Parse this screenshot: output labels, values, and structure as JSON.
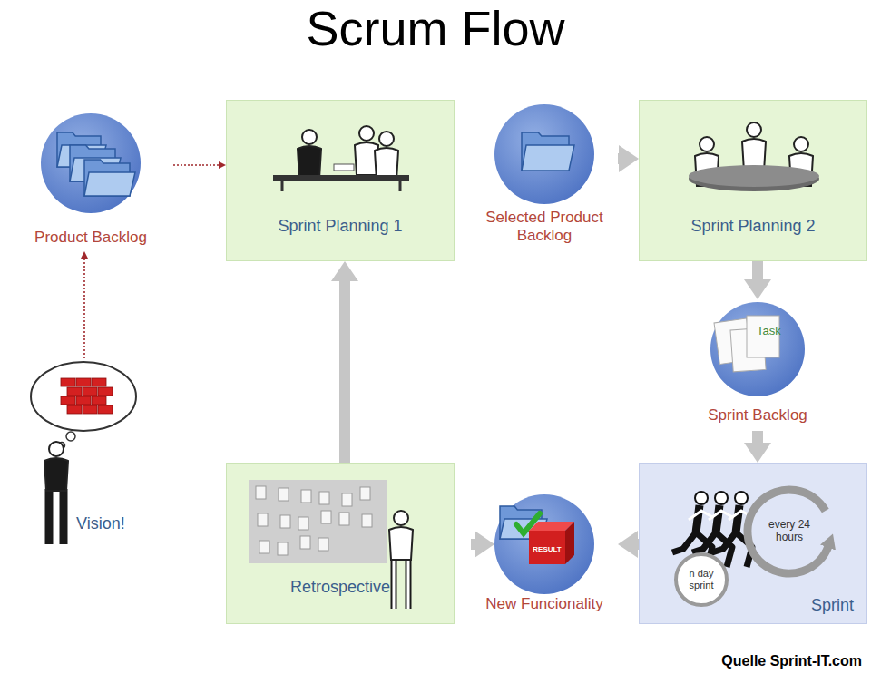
{
  "diagram": {
    "title": "Scrum Flow",
    "nodes": [
      {
        "text": [
          "Product Backlog"
        ]
      },
      {
        "text": [
          "Sprint Planning 1"
        ]
      },
      {
        "text": [
          "Selected Product Backlog"
        ]
      },
      {
        "text": [
          "Sprint Planning 2"
        ]
      },
      {
        "text": [
          "Sprint Backlog"
        ]
      },
      {
        "text": [
          "Vision!"
        ]
      },
      {
        "text": [
          "Retrospective"
        ]
      },
      {
        "text": [
          "New Funcionality"
        ]
      },
      {
        "text": [
          "Sprint"
        ]
      },
      {
        "text": [
          "every 24 hours"
        ],
        "in": 8
      },
      {
        "text": [
          "n day sprint"
        ],
        "in": 8
      }
    ],
    "edges": [
      {
        "from": 5,
        "to": 0,
        "arrow": "to"
      },
      {
        "from": 0,
        "to": 1,
        "arrow": "to"
      },
      {
        "from": 1,
        "to": 2,
        "arrow": "to"
      },
      {
        "from": 2,
        "to": 3,
        "arrow": "to"
      },
      {
        "from": 3,
        "to": 4,
        "arrow": "to"
      },
      {
        "from": 4,
        "to": 8,
        "arrow": "to"
      },
      {
        "from": 8,
        "to": 7,
        "arrow": "to"
      },
      {
        "from": 7,
        "to": 6,
        "arrow": "to"
      },
      {
        "from": 6,
        "to": 1,
        "arrow": "to"
      }
    ],
    "labels": [
      "Task",
      "RESULT",
      "Quelle Sprint-IT.com"
    ]
  }
}
